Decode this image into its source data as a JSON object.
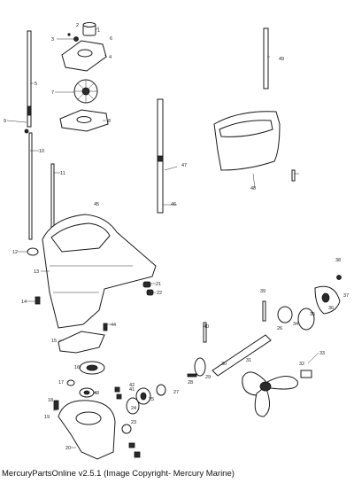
{
  "caption": "MercuryPartsOnline v2.5.1 (Image Copyright- Mercury Marine)",
  "part_labels": [
    "1",
    "2",
    "3",
    "4",
    "5",
    "6",
    "7",
    "8",
    "9",
    "10",
    "11",
    "12",
    "13",
    "14",
    "15",
    "16",
    "17",
    "18",
    "19",
    "20",
    "21",
    "22",
    "23",
    "24",
    "25",
    "26",
    "27",
    "28",
    "29",
    "30",
    "31",
    "32",
    "33",
    "34",
    "35",
    "36",
    "37",
    "38",
    "39",
    "40",
    "41",
    "42",
    "43",
    "44",
    "45",
    "46",
    "47",
    "48",
    "49"
  ]
}
